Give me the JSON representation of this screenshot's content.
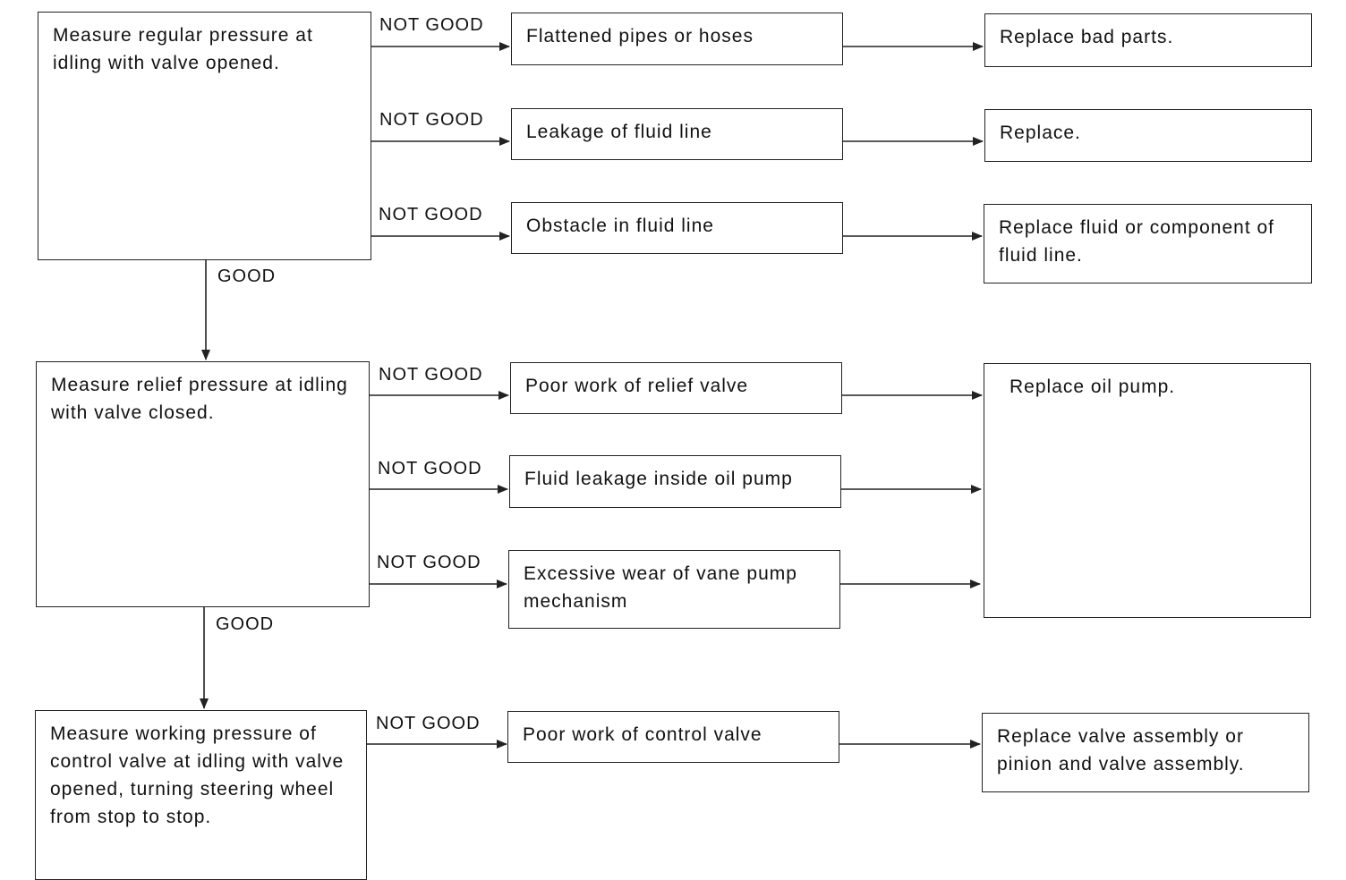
{
  "steps": [
    {
      "text": "Measure regular pressure at idling with valve opened.",
      "branches": [
        {
          "label": "NOT GOOD",
          "cause": "Flattened pipes or hoses"
        },
        {
          "label": "NOT GOOD",
          "cause": "Leakage of fluid line"
        },
        {
          "label": "NOT GOOD",
          "cause": "Obstacle in fluid line"
        }
      ],
      "remedies": [
        "Replace bad parts.",
        "Replace.",
        "Replace fluid or component of fluid line."
      ],
      "next_label": "GOOD"
    },
    {
      "text": "Measure relief pressure at idling with valve closed.",
      "branches": [
        {
          "label": "NOT GOOD",
          "cause": "Poor work of relief valve"
        },
        {
          "label": "NOT GOOD",
          "cause": "Fluid leakage inside oil pump"
        },
        {
          "label": "NOT GOOD",
          "cause": "Excessive wear of vane pump mechanism"
        }
      ],
      "remedies": [
        "Replace oil pump."
      ],
      "next_label": "GOOD"
    },
    {
      "text": "Measure working pressure of control valve at idling with valve opened, turning steering wheel from stop to stop.",
      "branches": [
        {
          "label": "NOT GOOD",
          "cause": "Poor work of control valve"
        }
      ],
      "remedies": [
        "Replace valve assembly or pinion and valve assembly."
      ]
    }
  ]
}
